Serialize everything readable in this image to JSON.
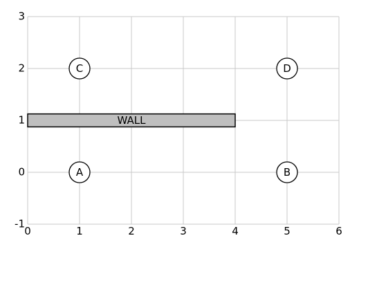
{
  "diagram": {
    "x_range": [
      0,
      6
    ],
    "y_range": [
      -1,
      3
    ],
    "x_ticks": [
      "0",
      "1",
      "2",
      "3",
      "4",
      "5",
      "6"
    ],
    "y_ticks": [
      "-1",
      "0",
      "1",
      "2",
      "3"
    ],
    "grid": true,
    "colors": {
      "grid": "#c8c8c8",
      "wall_fill": "#bfbfbf",
      "node_fill": "#ffffff",
      "stroke": "#000000"
    },
    "wall": {
      "label": "WALL",
      "x_from": 0,
      "x_to": 4,
      "y_from": 0.875,
      "y_to": 1.125
    },
    "nodes": [
      {
        "id": "A",
        "label": "A",
        "x": 1,
        "y": 0
      },
      {
        "id": "B",
        "label": "B",
        "x": 5,
        "y": 0
      },
      {
        "id": "C",
        "label": "C",
        "x": 1,
        "y": 2
      },
      {
        "id": "D",
        "label": "D",
        "x": 5,
        "y": 2
      }
    ]
  }
}
